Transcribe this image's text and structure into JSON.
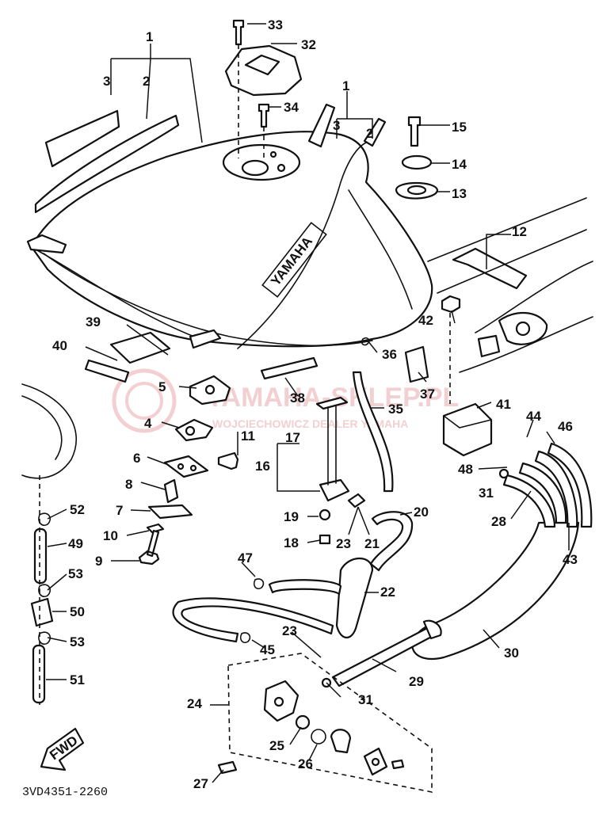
{
  "diagram_code": "3VD4351-2260",
  "tank_brand": "YAMAHA",
  "direction_label": "FWD",
  "watermark": {
    "title": "YAMAHA-SKLEP.PL",
    "subtitle": "WOJCIECHOWICZ DEALER YAMAHA"
  },
  "colors": {
    "line": "#111111",
    "watermark": "#e9a8ab"
  },
  "callouts": [
    "1",
    "2",
    "3",
    "4",
    "5",
    "6",
    "7",
    "8",
    "9",
    "10",
    "11",
    "12",
    "13",
    "14",
    "15",
    "16",
    "17",
    "18",
    "19",
    "20",
    "21",
    "22",
    "23",
    "24",
    "25",
    "26",
    "27",
    "28",
    "29",
    "30",
    "31",
    "32",
    "33",
    "34",
    "35",
    "36",
    "37",
    "38",
    "39",
    "40",
    "41",
    "42",
    "43",
    "44",
    "45",
    "46",
    "47",
    "48",
    "49",
    "50",
    "51",
    "52",
    "53"
  ]
}
